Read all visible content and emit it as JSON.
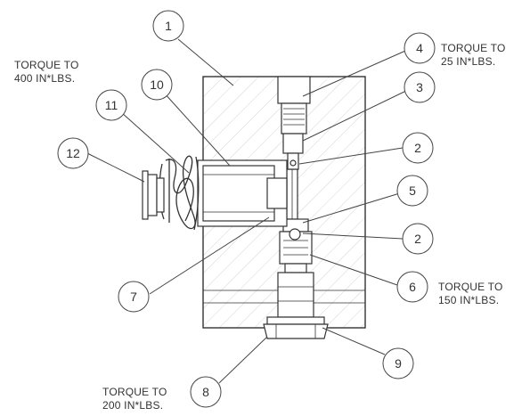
{
  "balloons": [
    "1",
    "2",
    "3",
    "4",
    "5",
    "2",
    "6",
    "7",
    "8",
    "9",
    "10",
    "11",
    "12"
  ],
  "notes": {
    "n1": [
      "TORQUE TO",
      "400 IN*LBS."
    ],
    "n2": [
      "TORQUE TO",
      "25 IN*LBS."
    ],
    "n3": [
      "TORQUE TO",
      "150 IN*LBS."
    ],
    "n4": [
      "TORQUE TO",
      "200 IN*LBS."
    ]
  },
  "colors": {
    "line": "#333333",
    "background": "#ffffff"
  }
}
